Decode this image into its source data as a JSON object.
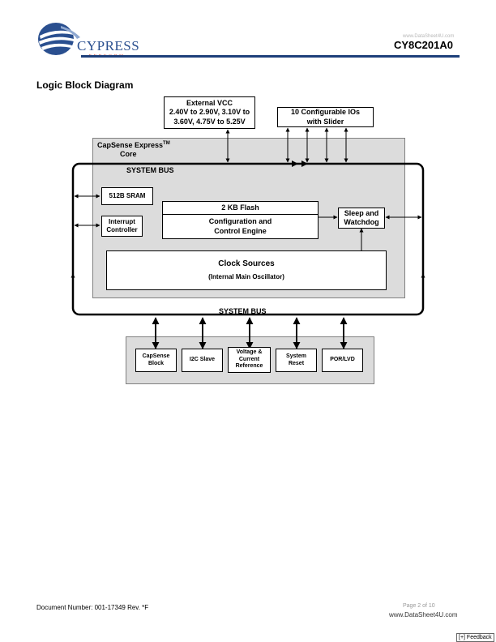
{
  "header": {
    "logo_name": "CYPRESS",
    "logo_tagline": "PERFORM",
    "doc_id": "CY8C201A0",
    "watermark": "www.DataSheet4U.com"
  },
  "section_title": "Logic Block Diagram",
  "diagram": {
    "external_vcc": [
      "External VCC",
      "2.40V to 2.90V, 3.10V to",
      "3.60V, 4.75V to 5.25V"
    ],
    "ios": [
      "10 Configurable IOs",
      "with Slider"
    ],
    "core_label": [
      "CapSense Express",
      "Core"
    ],
    "core_trademark": "TM",
    "system_bus_inner": "SYSTEM  BUS",
    "sram": "512B SRAM",
    "interrupt": [
      "Interrupt",
      "Controller"
    ],
    "flash": "2 KB Flash",
    "config": [
      "Configuration and",
      "Control Engine"
    ],
    "sleep": [
      "Sleep and",
      "Watchdog"
    ],
    "clock_title": "Clock Sources",
    "clock_sub": "(Internal Main Oscillator)",
    "system_bus_outer": "SYSTEM  BUS",
    "peripherals": {
      "capsense": [
        "CapSense",
        "Block"
      ],
      "i2c": "I2C Slave",
      "voltage": [
        "Voltage &",
        "Current",
        "Reference"
      ],
      "reset": [
        "System",
        "Reset"
      ],
      "por": "POR/LVD"
    }
  },
  "footer": {
    "doc_number": "Document Number: 001-17349  Rev. *F",
    "page": "Page 2 of 10",
    "site": "www.DataSheet4U.com",
    "feedback": "[+] Feedback"
  }
}
